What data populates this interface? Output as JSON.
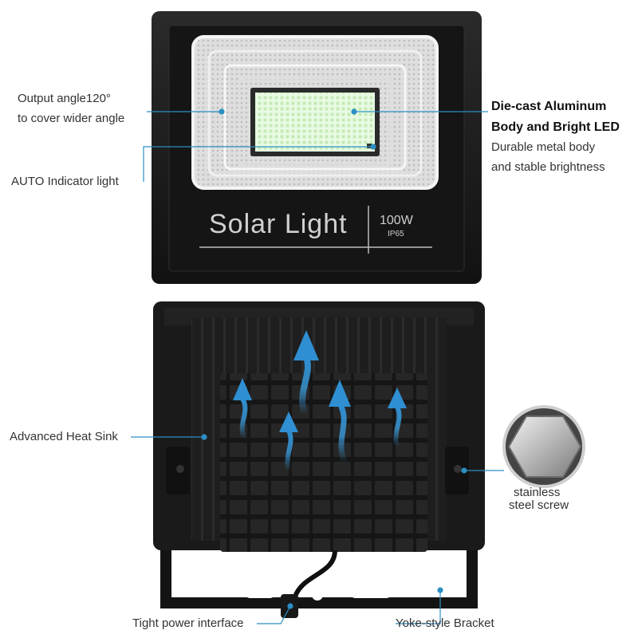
{
  "product": {
    "title": "Solar Light",
    "wattage": "100W",
    "rating": "IP65"
  },
  "callouts": {
    "output_angle": {
      "line1": "Output angle120°",
      "line2": "to cover wider angle"
    },
    "auto_indicator": "AUTO Indicator light",
    "diecast": {
      "line1": "Die-cast Aluminum",
      "line2": "Body and Bright LED"
    },
    "durable": {
      "line1": "Durable metal body",
      "line2": "and stable brightness"
    },
    "heat_sink": "Advanced Heat Sink",
    "screw": {
      "line1": "stainless",
      "line2": "steel screw"
    },
    "power": "Tight power interface",
    "bracket": "Yoke-style Bracket"
  },
  "colors": {
    "accent": "#2b8fc4",
    "arrow": "#3a9ad9",
    "body": "#1c1c1c"
  }
}
